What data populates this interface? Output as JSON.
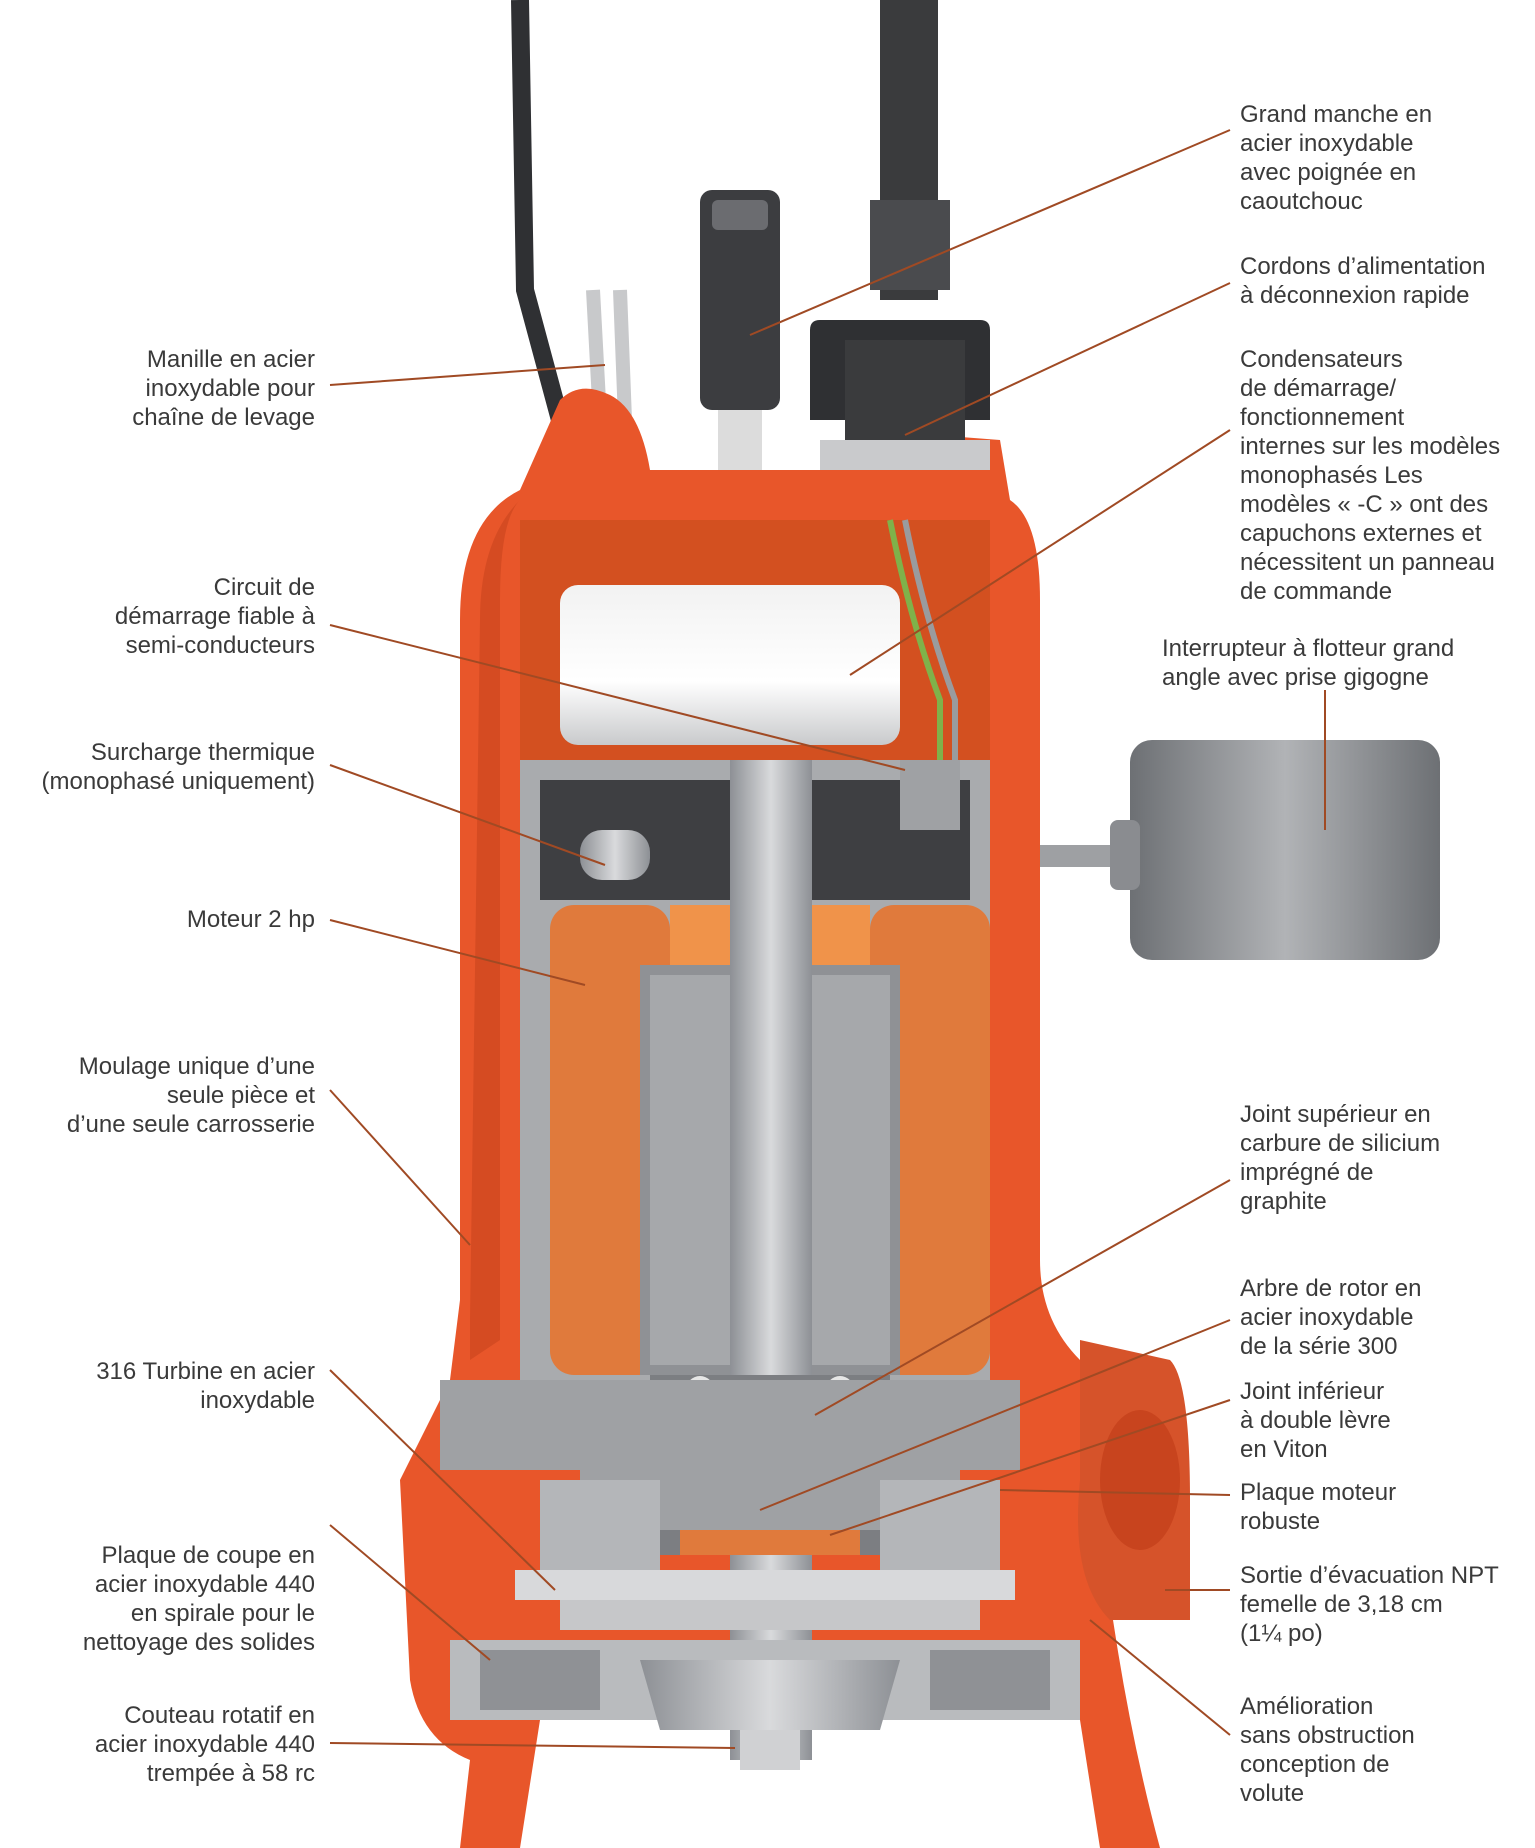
{
  "colors": {
    "housing": "#e8562a",
    "housing_dark": "#c8441e",
    "stator": "#e07a3c",
    "metal": "#b8babd",
    "metal_dark": "#6f7276",
    "cord": "#3a3b3d",
    "leader": "#a04a24"
  },
  "labels": {
    "manille": "Manille en acier\ninoxydable pour\nchaîne de levage",
    "circuit": "Circuit de\ndémarrage fiable à\nsemi-conducteurs",
    "surcharge": "Surcharge thermique\n(monophasé uniquement)",
    "moteur": "Moteur 2 hp",
    "moulage": "Moulage unique d’une\nseule pièce et\nd’une seule carrosserie",
    "turbine": "316 Turbine en acier\ninoxydable",
    "plaque_coupe": "Plaque de coupe en\nacier inoxydable 440\nen spirale pour le\nnettoyage des solides",
    "couteau": "Couteau rotatif en\nacier inoxydable 440\ntrempée à 58 rc",
    "manche": "Grand manche en\nacier inoxydable\navec poignée en\ncaoutchouc",
    "cordons": "Cordons d’alimentation\nà déconnexion rapide",
    "condensateurs": "Condensateurs\nde démarrage/\nfonctionnement\ninternes sur les modèles\nmonophasés Les\nmodèles « -C » ont des\ncapuchons externes et\nnécessitent un panneau\nde commande",
    "interrupteur": "Interrupteur à flotteur grand\nangle avec prise gigogne",
    "joint_sup": "Joint supérieur en\ncarbure de silicium\nimprégné de\ngraphite",
    "arbre": "Arbre de rotor en\nacier inoxydable\nde la série 300",
    "joint_inf": "Joint inférieur\nà double lèvre\nen Viton",
    "plaque_moteur": "Plaque moteur\nrobuste",
    "sortie": "Sortie d’évacuation NPT\nfemelle de 3,18 cm\n(1¼ po)",
    "amelioration": "Amélioration\nsans obstruction\nconception de\nvolute"
  }
}
